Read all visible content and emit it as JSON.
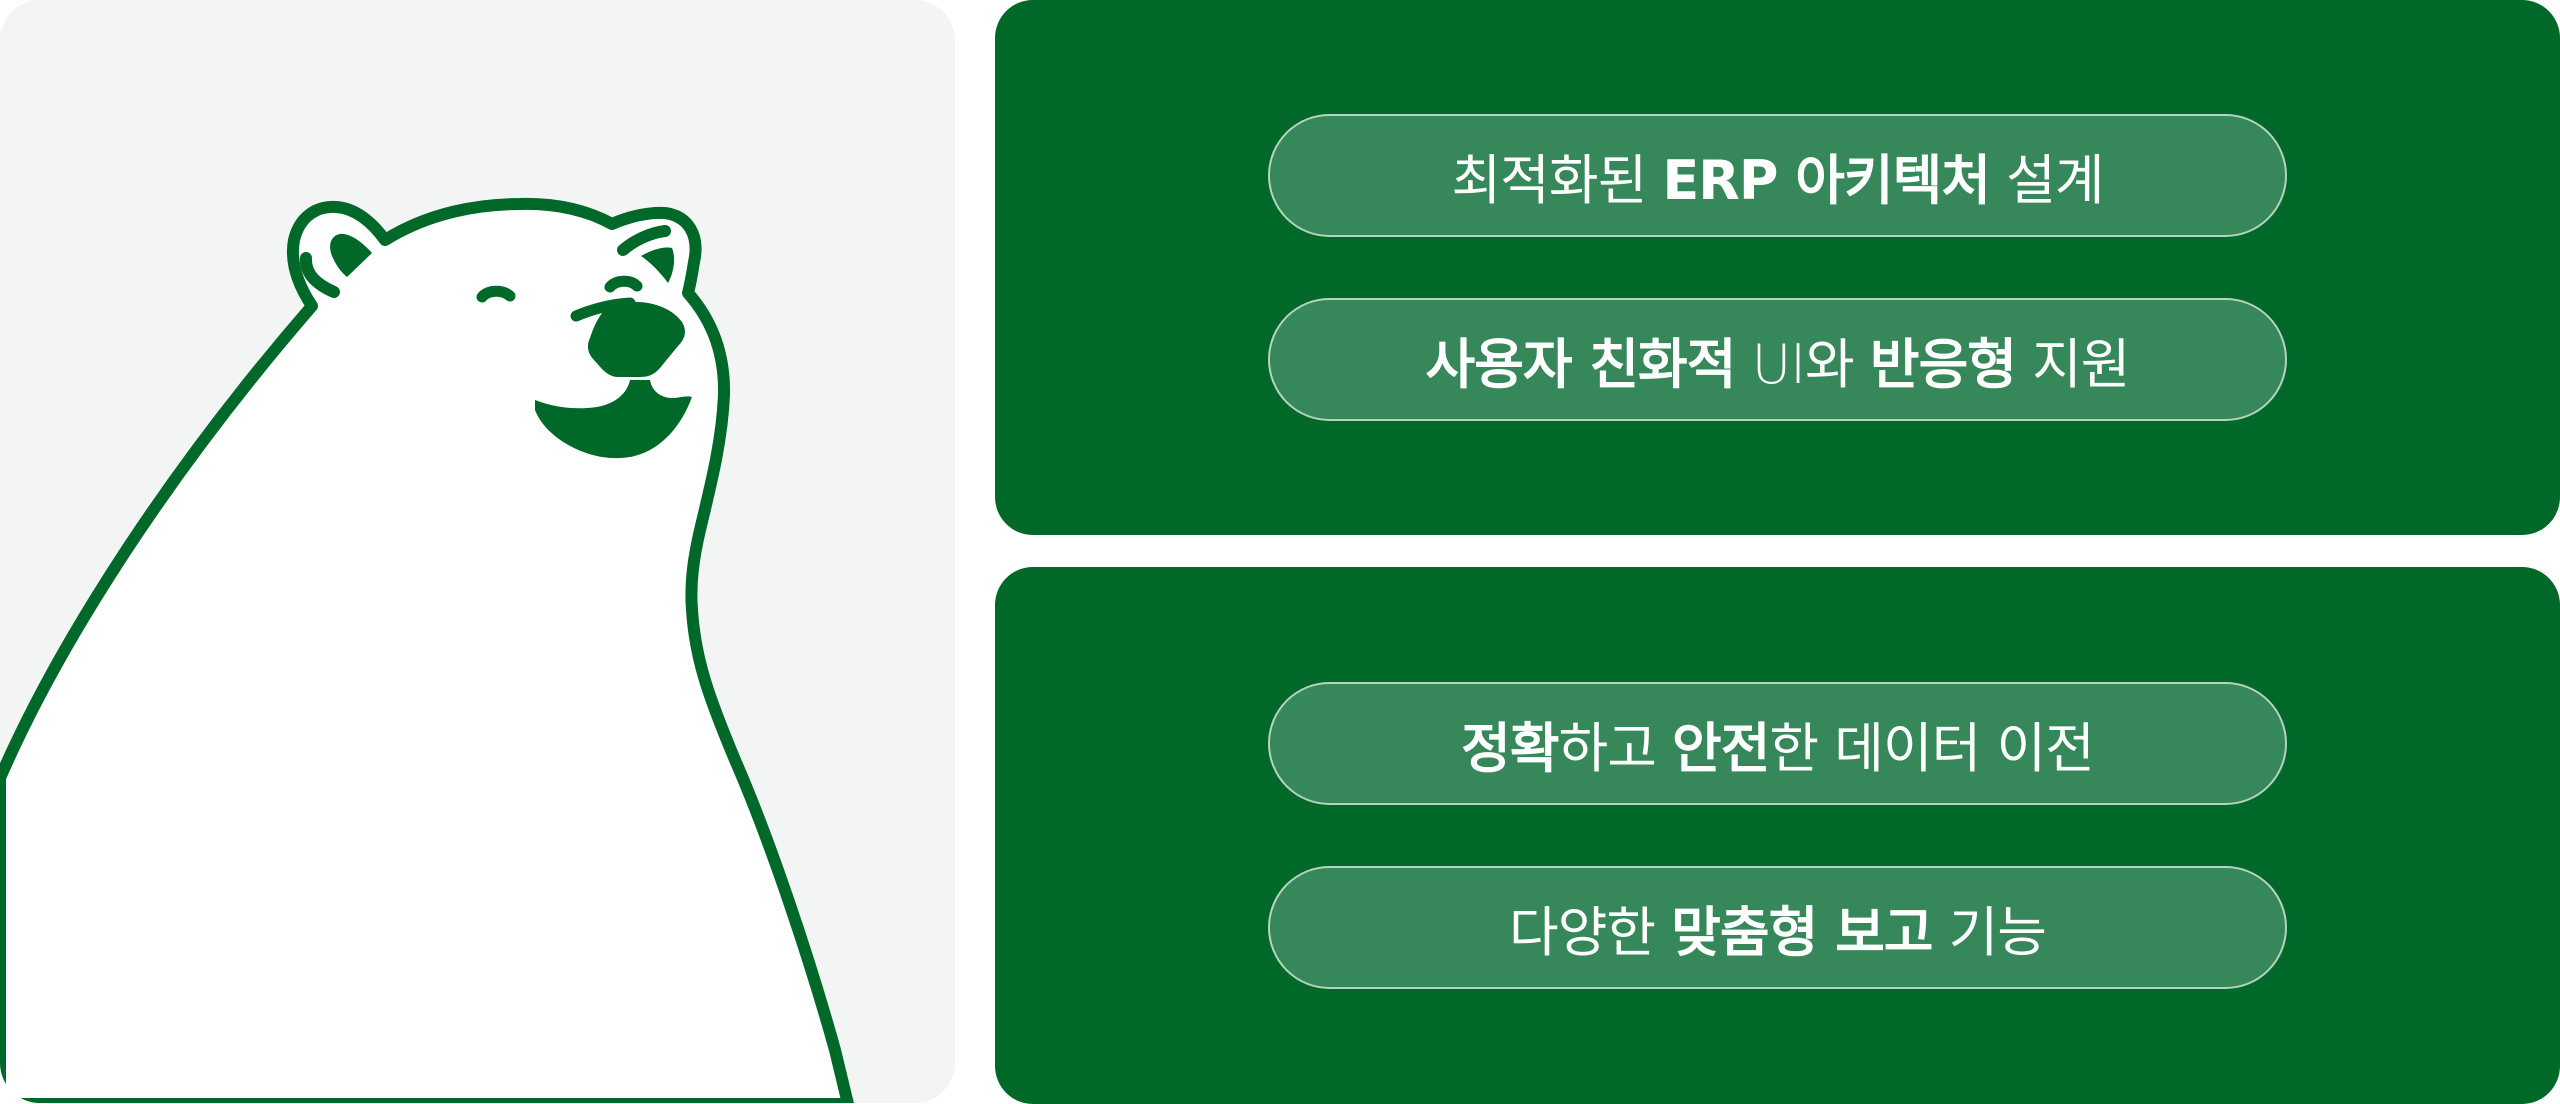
{
  "colors": {
    "brand_green": "#006829",
    "pill_fill": "#36875A",
    "pill_border": "#B5D3BF",
    "illustration_bg": "#F3F5F4",
    "text": "#FFFFFF"
  },
  "illustration": {
    "name": "polar-bear-mascot",
    "stroke_color": "#006829"
  },
  "panels": [
    {
      "features": [
        {
          "segments": [
            {
              "text": "최적화된 ",
              "bold": false
            },
            {
              "text": "ERP 아키텍처",
              "bold": true
            },
            {
              "text": " 설계",
              "bold": false
            }
          ]
        },
        {
          "segments": [
            {
              "text": "사용자 친화적",
              "bold": true
            },
            {
              "text": " UI와 ",
              "bold": false
            },
            {
              "text": "반응형",
              "bold": true
            },
            {
              "text": " 지원",
              "bold": false
            }
          ]
        }
      ]
    },
    {
      "features": [
        {
          "segments": [
            {
              "text": "정확",
              "bold": true
            },
            {
              "text": "하고 ",
              "bold": false
            },
            {
              "text": "안전",
              "bold": true
            },
            {
              "text": "한 데이터 이전",
              "bold": false
            }
          ]
        },
        {
          "segments": [
            {
              "text": "다양한 ",
              "bold": false
            },
            {
              "text": "맞춤형 보고",
              "bold": true
            },
            {
              "text": " 기능",
              "bold": false
            }
          ]
        }
      ]
    }
  ]
}
